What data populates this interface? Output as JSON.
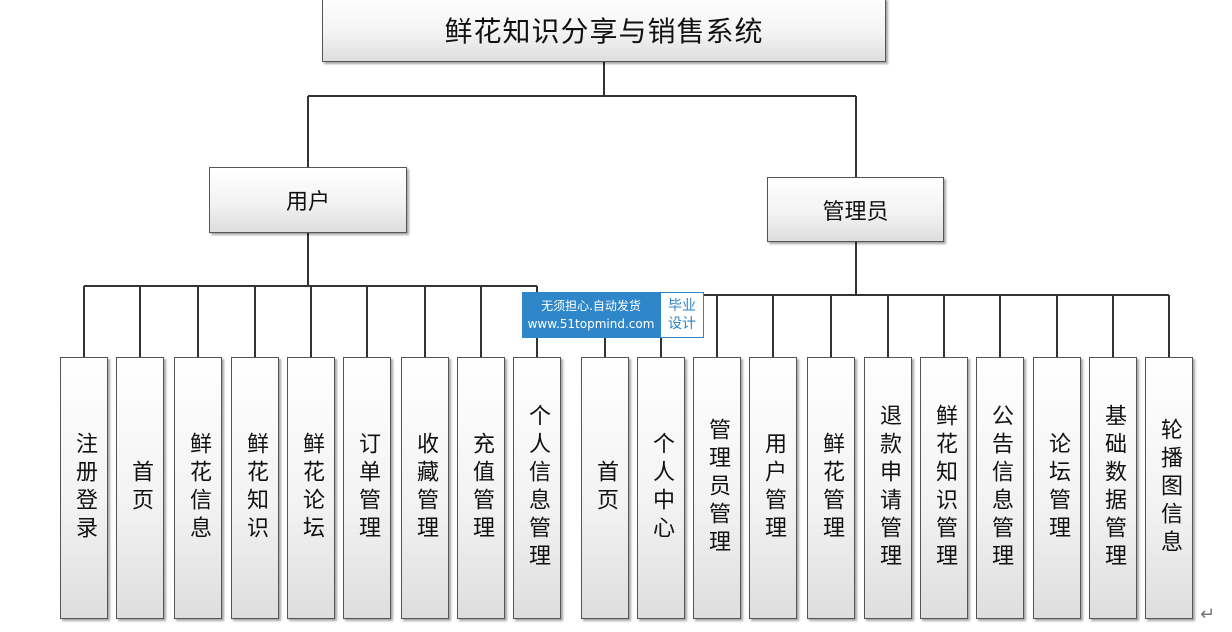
{
  "title": "鲜花知识分享与销售系统",
  "roles": {
    "user": {
      "label": "用户",
      "items": [
        "注册登录",
        "首页",
        "鲜花信息",
        "鲜花知识",
        "鲜花论坛",
        "订单管理",
        "收藏管理",
        "充值管理",
        "个人信息管理"
      ]
    },
    "admin": {
      "label": "管理员",
      "items": [
        "首页",
        "个人中心",
        "管理员管理",
        "用户管理",
        "鲜花管理",
        "退款申请管理",
        "鲜花知识管理",
        "公告信息管理",
        "论坛管理",
        "基础数据管理",
        "轮播图信息"
      ]
    }
  },
  "watermark": {
    "line1": "无须担心.自动发货",
    "line2": "www.51topmind.com",
    "right1": "毕业",
    "right2": "设计"
  },
  "return_mark": "↵"
}
